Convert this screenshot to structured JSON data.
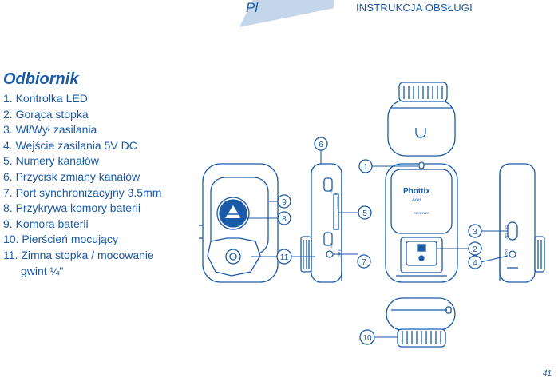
{
  "header": {
    "language_code": "Pl",
    "document_title": "INSTRUKCJA OBSŁUGI"
  },
  "section": {
    "title": "Odbiornik",
    "items": [
      "1. Kontrolka LED",
      "2. Gorąca stopka",
      "3. Wł/Wył zasilania",
      "4. Wejście zasilania 5V DC",
      "5. Numery kanałów",
      "6. Przycisk zmiany kanałów",
      "7. Port synchronizacyjny 3.5mm",
      "8. Przykrywa komory baterii",
      "9. Komora baterii",
      "10. Pierścień mocujący",
      "11. Zimna stopka / mocowanie"
    ],
    "item_11_continuation": "gwint ¼''"
  },
  "diagram": {
    "brand": "Phottix",
    "model": "Ares",
    "device_label": "RECEIVER",
    "callouts": [
      "1",
      "2",
      "3",
      "4",
      "5",
      "6",
      "7",
      "8",
      "9",
      "10",
      "11"
    ],
    "switch_on": "ON",
    "switch_off": "OFF",
    "side_ch": "CH",
    "side_sync": "SYNC",
    "dc_label": "DC5V",
    "channel_digits": "12345678"
  },
  "page": {
    "number": "41"
  },
  "colors": {
    "accent": "#1a5aa8",
    "tab": "#c4d7ea"
  }
}
